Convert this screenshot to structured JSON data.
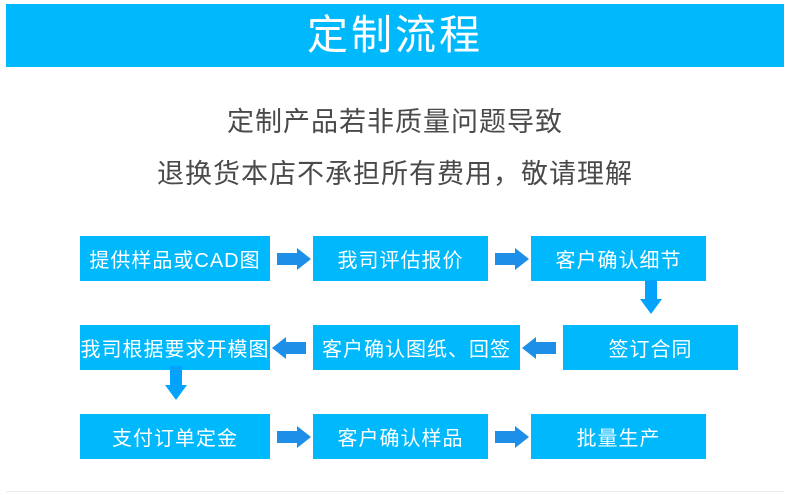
{
  "theme": {
    "banner_blue": "#00b9fc",
    "box_blue": "#00b9fc",
    "h_arrow_blue": "#1d8fe8",
    "v_arrow_blue": "#03a3fd",
    "text_gray": "#4a4a4a",
    "box_text": "#ffffff"
  },
  "header": {
    "title": "定制流程"
  },
  "notice": {
    "line1": "定制产品若非质量问题导致",
    "line2": "退换货本店不承担所有费用，敬请理解"
  },
  "flow": {
    "rows": [
      {
        "direction": "right",
        "boxes": [
          {
            "label": "提供样品或CAD图"
          },
          {
            "label": "我司评估报价"
          },
          {
            "label": "客户确认细节"
          }
        ],
        "arrows": [
          {
            "name": "arrow-right-1"
          },
          {
            "name": "arrow-right-2"
          }
        ]
      },
      {
        "direction": "left",
        "boxes": [
          {
            "label": "我司根据要求开模图"
          },
          {
            "label": "客户确认图纸、回签"
          },
          {
            "label": "签订合同"
          }
        ],
        "arrows": [
          {
            "name": "arrow-left-1"
          },
          {
            "name": "arrow-left-2"
          }
        ]
      },
      {
        "direction": "right",
        "boxes": [
          {
            "label": "支付订单定金"
          },
          {
            "label": "客户确认样品"
          },
          {
            "label": "批量生产"
          }
        ],
        "arrows": [
          {
            "name": "arrow-right-3"
          },
          {
            "name": "arrow-right-4"
          }
        ]
      }
    ],
    "connectors": [
      {
        "name": "arrow-down-right",
        "direction": "down"
      },
      {
        "name": "arrow-down-left",
        "direction": "down"
      }
    ]
  }
}
